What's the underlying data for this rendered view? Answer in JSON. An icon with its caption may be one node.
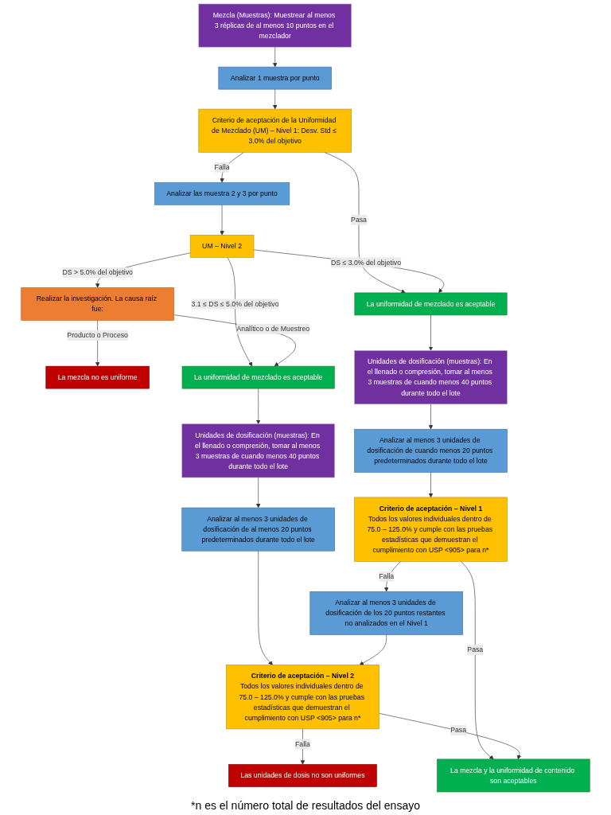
{
  "diagram": {
    "caption": "*n es el número total de resultados del ensayo",
    "nodes": [
      {
        "text": [
          "Mezcla (Muestras): Muestrear al menos 3 réplicas de al menos 10 puntos en el mezclador"
        ]
      },
      {
        "text": [
          "Analizar 1 muestra por punto"
        ]
      },
      {
        "text": [
          "Criterio de aceptación de la Uniformidad de Mezclado (UM) – Nivel 1: Desv. Std ≤ 3.0% del objetivo"
        ]
      },
      {
        "text": [
          "Analizar las muestra 2 y 3 por punto"
        ]
      },
      {
        "text": [
          "UM – Nivel 2"
        ]
      },
      {
        "text": [
          "La uniformidad de mezclado es aceptable"
        ]
      },
      {
        "text": [
          "Realizar la investigación. La causa raíz fue:"
        ]
      },
      {
        "text": [
          "Unidades de dosificación (muestras): En el llenado o compresión, tomar al menos 3 muestras de cuando menos 40 puntos durante todo el lote"
        ]
      },
      {
        "text": [
          "La uniformidad de mezclado es aceptable"
        ]
      },
      {
        "text": [
          "Analizar al menos 3 unidades de dosificación de cuando menos 20 puntos predeterminados durante todo el lote"
        ]
      },
      {
        "text": [
          "Unidades de dosificación (muestras): En el llenado o compresión, tomar al menos 3 muestras de cuando menos 40 puntos durante todo el lote"
        ]
      },
      {
        "text": [
          "Criterio de aceptación – Nivel 1",
          "Todos los valores individuales dentro de 75.0 – 125.0% y cumple con las pruebas estadísticas que demuestran el cumplimiento con USP <905> para n*"
        ]
      },
      {
        "text": [
          "Analizar al menos 3 unidades de dosificación de al menos 20 puntos predeterminados durante todo el lote"
        ]
      },
      {
        "text": [
          "Analizar al menos 3 unidades de dosificación de los 20 puntos restantes no analizados en el Nivel 1"
        ]
      },
      {
        "text": [
          "Criterio de aceptación – Nivel 2",
          "Todos los valores individuales dentro de 75.0 – 125.0% y cumple con las pruebas estadísticas que demuestran el cumplimiento con USP <905> para n*"
        ]
      },
      {
        "text": [
          "La mezcla no es uniforme"
        ]
      },
      {
        "text": [
          "Las unidades de dosis no son uniformes"
        ]
      },
      {
        "text": [
          "La mezcla y la uniformidad de contenido son aceptables"
        ]
      }
    ],
    "edges": [
      {
        "from": 0,
        "to": 1,
        "arrow": "to"
      },
      {
        "from": 1,
        "to": 2,
        "arrow": "to"
      },
      {
        "from": 2,
        "to": 3,
        "arrow": "to",
        "label": "Falla"
      },
      {
        "from": 2,
        "to": 5,
        "arrow": "to",
        "label": "Pasa"
      },
      {
        "from": 3,
        "to": 4,
        "arrow": "to"
      },
      {
        "from": 4,
        "to": 6,
        "arrow": "to",
        "label": "DS > 5.0% del objetivo"
      },
      {
        "from": 4,
        "to": 5,
        "arrow": "to",
        "label": "DS ≤ 3.0% del objetivo"
      },
      {
        "from": 4,
        "to": 8,
        "arrow": "to",
        "label": "3.1 ≤ DS ≤ 5.0% del objetivo"
      },
      {
        "from": 6,
        "to": 8,
        "arrow": "to",
        "label": "Analítico o de Muestreo"
      },
      {
        "from": 6,
        "to": 15,
        "arrow": "to",
        "label": "Producto o Proceso"
      },
      {
        "from": 5,
        "to": 7,
        "arrow": "to"
      },
      {
        "from": 7,
        "to": 9,
        "arrow": "to"
      },
      {
        "from": 9,
        "to": 11,
        "arrow": "to"
      },
      {
        "from": 11,
        "to": 13,
        "arrow": "to",
        "label": "Falla"
      },
      {
        "from": 11,
        "to": 17,
        "arrow": "to",
        "label": "Pasa"
      },
      {
        "from": 8,
        "to": 10,
        "arrow": "to"
      },
      {
        "from": 10,
        "to": 12,
        "arrow": "to"
      },
      {
        "from": 12,
        "to": 14,
        "arrow": "to"
      },
      {
        "from": 13,
        "to": 14,
        "arrow": "to"
      },
      {
        "from": 14,
        "to": 16,
        "arrow": "to",
        "label": "Falla"
      },
      {
        "from": 14,
        "to": 17,
        "arrow": "to",
        "label": "Pasa"
      }
    ]
  }
}
